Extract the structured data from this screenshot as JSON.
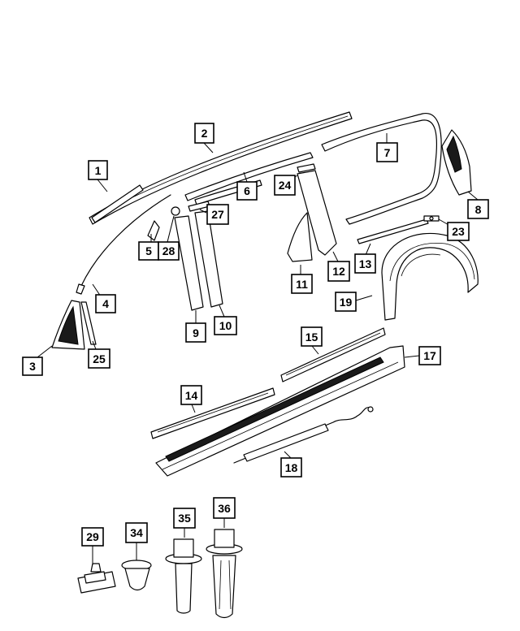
{
  "colors": {
    "line": "#000000",
    "fill": "#ffffff",
    "dark": "#1a1a1a"
  },
  "callouts": {
    "c1": "1",
    "c2": "2",
    "c3": "3",
    "c4": "4",
    "c5": "5",
    "c6": "6",
    "c7": "7",
    "c8": "8",
    "c9": "9",
    "c10": "10",
    "c11": "11",
    "c12": "12",
    "c13": "13",
    "c14": "14",
    "c15": "15",
    "c17": "17",
    "c18": "18",
    "c19": "19",
    "c23": "23",
    "c24": "24",
    "c25": "25",
    "c27": "27",
    "c28": "28",
    "c29": "29",
    "c34": "34",
    "c35": "35",
    "c36": "36"
  }
}
